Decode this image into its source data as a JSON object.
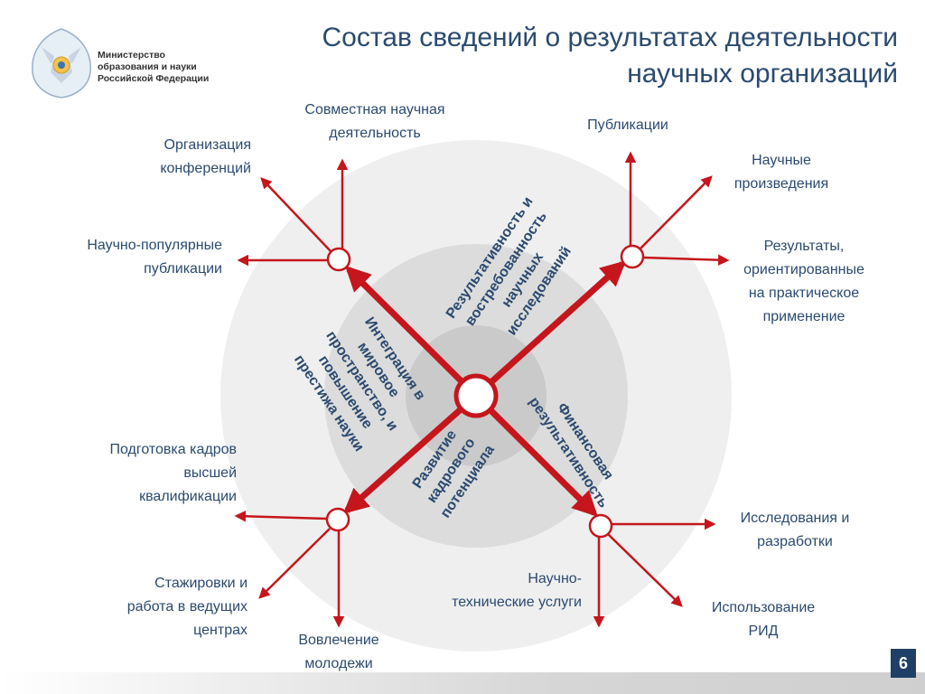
{
  "title": {
    "line1": "Состав сведений о результатах деятельности",
    "line2": "научных организаций"
  },
  "ministry": {
    "line1": "Министерство",
    "line2": "образования и науки",
    "line3": "Российской Федерации"
  },
  "center_axes": {
    "top_right": "Результативность и\nвостребованность\nнаучных\nисследований",
    "top_left": "Интеграция в\nмировое\nпространство, и\nповышение\nпрестижа науки",
    "bottom_right": "Финансовая\nрезультативность",
    "bottom_left": "Развитие\nкадрового\nпотенциала"
  },
  "labels": {
    "joint_research": "Совместная научная\nдеятельность",
    "conferences": "Организация\nконференций",
    "popular_publications": "Научно-популярные\nпубликации",
    "publications": "Публикации",
    "scientific_works": "Научные\nпроизведения",
    "applied_results": "Результаты,\nориентированные\nна практическое\nприменение",
    "training": "Подготовка кадров\nвысшей\nквалификации",
    "internships": "Стажировки и\nработа в ведущих\nцентрах",
    "youth": "Вовлечение\nмолодежи",
    "rnd": "Исследования и\nразработки",
    "tech_services": "Научно-\nтехнические услуги",
    "rid_use": "Использование\nРИД"
  },
  "page_number": "6",
  "colors": {
    "arrow": "#c4161c",
    "text": "#2b4a6f",
    "ring_outer": "#efefef",
    "ring_mid": "#dcdcdc",
    "ring_inner": "#cacaca",
    "page_badge": "#1f3f66"
  }
}
